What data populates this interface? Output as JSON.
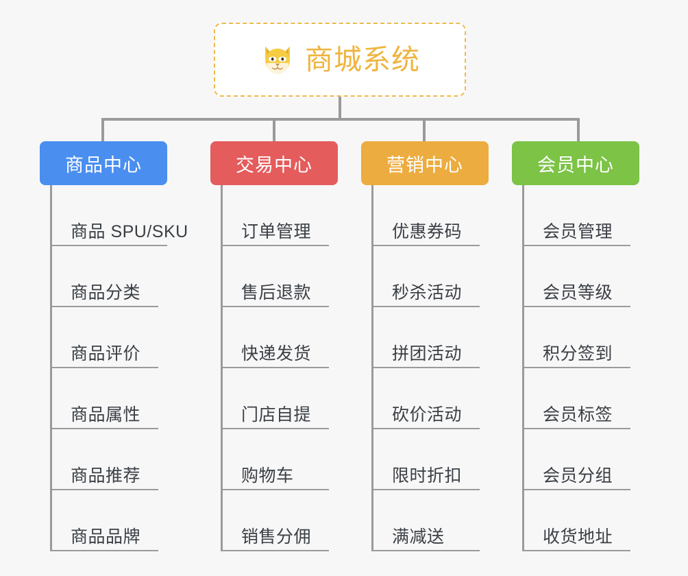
{
  "root": {
    "title": "商城系统",
    "icon": "shiba-dog-face-icon",
    "border_color": "#eeba4b",
    "text_color": "#efb43f"
  },
  "connector_color": "#9a9a9a",
  "background_color": "#f7f7f7",
  "columns": [
    {
      "header": "商品中心",
      "color": "#4a8ef0",
      "color_name": "blue",
      "items": [
        "商品 SPU/SKU",
        "商品分类",
        "商品评价",
        "商品属性",
        "商品推荐",
        "商品品牌"
      ]
    },
    {
      "header": "交易中心",
      "color": "#e45c5c",
      "color_name": "red",
      "items": [
        "订单管理",
        "售后退款",
        "快递发货",
        "门店自提",
        "购物车",
        "销售分佣"
      ]
    },
    {
      "header": "营销中心",
      "color": "#edac3f",
      "color_name": "orange",
      "items": [
        "优惠券码",
        "秒杀活动",
        "拼团活动",
        "砍价活动",
        "限时折扣",
        "满减送"
      ]
    },
    {
      "header": "会员中心",
      "color": "#7cc346",
      "color_name": "green",
      "items": [
        "会员管理",
        "会员等级",
        "积分签到",
        "会员标签",
        "会员分组",
        "收货地址"
      ]
    }
  ]
}
